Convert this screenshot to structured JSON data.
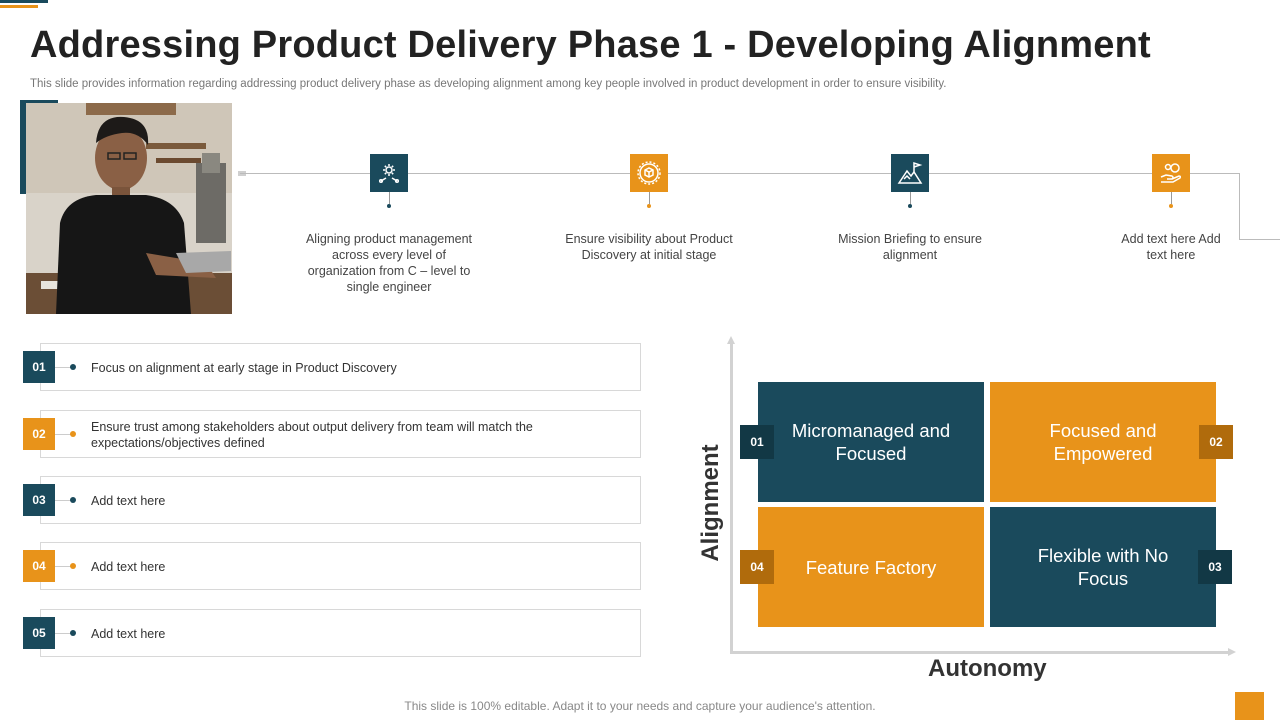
{
  "slide": {
    "title": "Addressing Product Delivery Phase 1 - Developing Alignment",
    "subtitle": "This slide provides information regarding addressing product delivery phase as developing alignment among key people involved in product development in order to ensure visibility."
  },
  "timeline": {
    "steps": [
      {
        "icon": "gear-wrench-icon",
        "color": "teal",
        "text": "Aligning product management across every level of organization from C – level to single engineer"
      },
      {
        "icon": "target-gear-icon",
        "color": "orange",
        "text": "Ensure visibility about Product Discovery at initial stage"
      },
      {
        "icon": "mountain-flag-icon",
        "color": "teal",
        "text": "Mission Briefing to ensure alignment"
      },
      {
        "icon": "hand-coins-icon",
        "color": "orange",
        "text": "Add text here Add text here"
      }
    ]
  },
  "list": {
    "items": [
      {
        "num": "01",
        "color": "teal",
        "text": "Focus on alignment at early stage in Product Discovery"
      },
      {
        "num": "02",
        "color": "orange",
        "text": "Ensure trust among stakeholders about output delivery from team will match the expectations/objectives defined"
      },
      {
        "num": "03",
        "color": "teal",
        "text": "Add text here"
      },
      {
        "num": "04",
        "color": "orange",
        "text": "Add text here"
      },
      {
        "num": "05",
        "color": "teal",
        "text": "Add text here"
      }
    ]
  },
  "matrix": {
    "y_axis_label": "Alignment",
    "x_axis_label": "Autonomy",
    "quadrants": [
      {
        "num": "01",
        "label": "Micromanaged and Focused"
      },
      {
        "num": "02",
        "label": "Focused and Empowered"
      },
      {
        "num": "04",
        "label": "Feature Factory"
      },
      {
        "num": "03",
        "label": "Flexible with No Focus"
      }
    ]
  },
  "footer": {
    "text": "This slide is 100% editable. Adapt it to your needs and capture your audience's attention."
  },
  "colors": {
    "teal": "#1a4a5c",
    "orange": "#e8931a"
  }
}
